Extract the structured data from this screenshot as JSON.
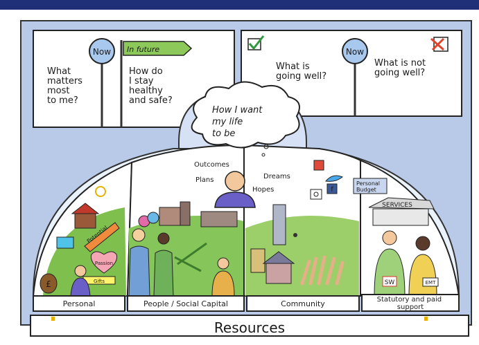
{
  "panels": {
    "left": {
      "sign_now": "Now",
      "flag_future": "In future",
      "q1": [
        "What",
        "matters",
        "most",
        "to me?"
      ],
      "q2": [
        "How do",
        "I stay",
        "healthy",
        "and safe?"
      ]
    },
    "right": {
      "q_well": [
        "What is",
        "going well?"
      ],
      "sign_now": "Now",
      "q_not_well": [
        "What is not",
        "going well?"
      ]
    }
  },
  "center_cloud": {
    "title": [
      "How I want",
      "my life",
      "to be"
    ],
    "outcomes": "Outcomes",
    "plans": "Plans",
    "dreams": "Dreams",
    "hopes": "Hopes"
  },
  "sections": [
    {
      "label": "Personal",
      "inner": [
        "Potential",
        "Passion",
        "Gifts"
      ]
    },
    {
      "label": "People / Social Capital"
    },
    {
      "label": "Community"
    },
    {
      "label": [
        "Statutory and paid",
        "support"
      ],
      "inner": [
        "Personal",
        "Budget",
        "SERVICES",
        "SW",
        "EMT"
      ]
    }
  ],
  "resources_banner": "Resources"
}
